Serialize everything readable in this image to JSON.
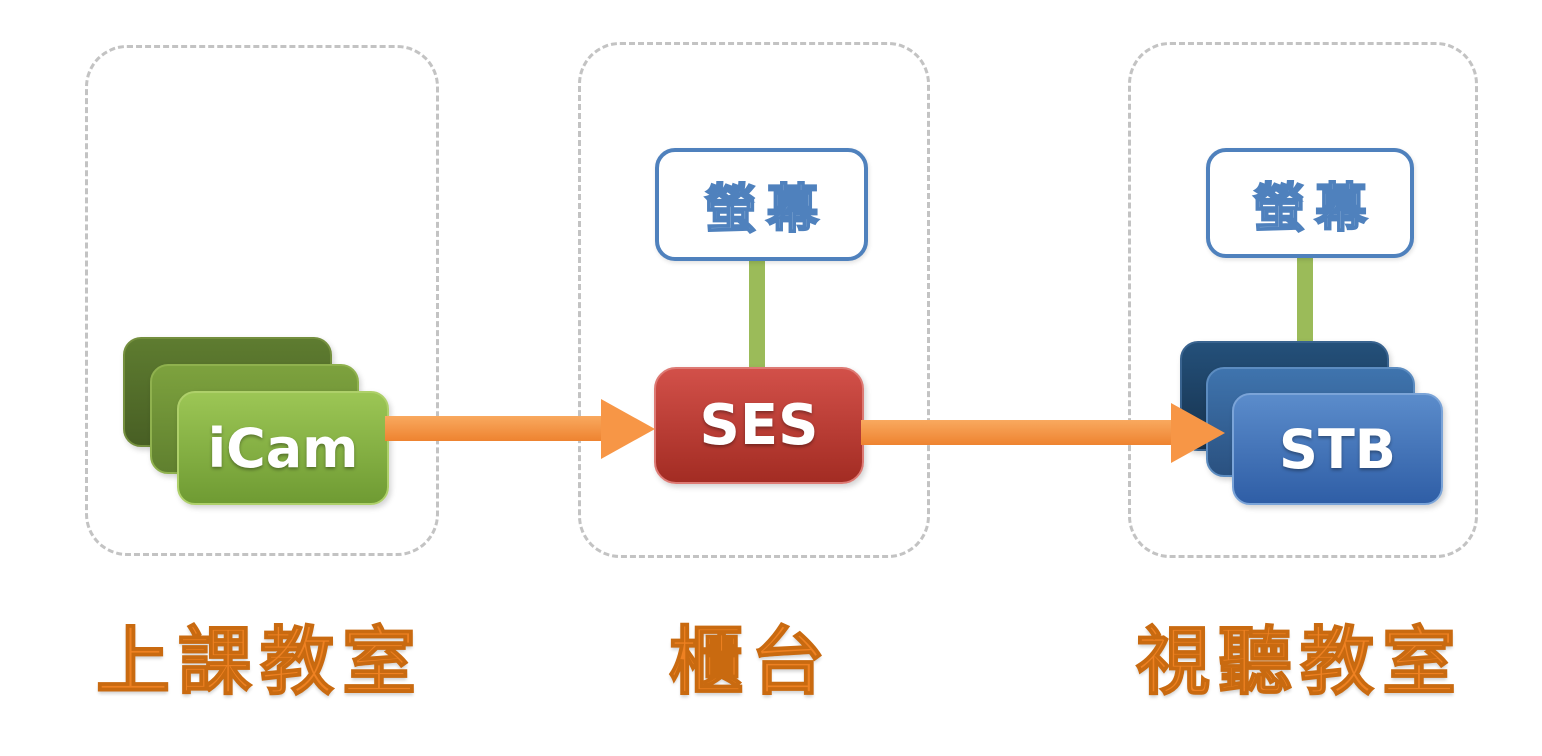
{
  "diagram": {
    "nodes": {
      "icam": "iCam",
      "ses": "SES",
      "stb": "STB",
      "screen_counter": "螢幕",
      "screen_av": "螢幕"
    },
    "group_labels": {
      "classroom": "上課教室",
      "counter": "櫃台",
      "av_room": "視聽教室"
    },
    "edges": [
      {
        "from": "iCam",
        "to": "SES",
        "type": "arrow"
      },
      {
        "from": "SES",
        "to": "STB",
        "type": "arrow"
      },
      {
        "from": "螢幕",
        "to": "SES",
        "type": "connector"
      },
      {
        "from": "螢幕",
        "to": "STB",
        "type": "connector"
      }
    ],
    "colors": {
      "icam_front": "#7fb13f",
      "icam_back": "#4e6228",
      "ses": "#b53328",
      "stb_front": "#4472c4",
      "stb_back": "#1f4e79",
      "arrow": "#f79646",
      "connector": "#9bbb59",
      "screen_border": "#4f81bd",
      "group_label_text": "#ee8122",
      "dashed_border": "#c3c3c3"
    }
  }
}
